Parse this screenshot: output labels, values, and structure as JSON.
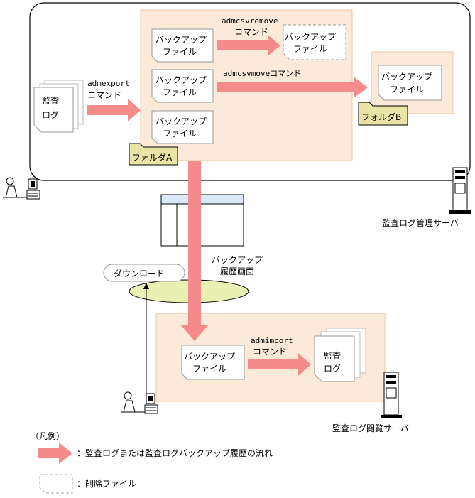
{
  "server_manage": {
    "audit_log_line1": "監査",
    "audit_log_line2": "ログ",
    "admexport_line1": "admexport",
    "admexport_line2": "コマンド",
    "admcsvremove_line1": "admcsvremove",
    "admcsvremove_line2": "コマンド",
    "admcsvmove_label": "admcsvmoveコマンド",
    "backup_file_line1": "バックアップ",
    "backup_file_line2": "ファイル",
    "folder_a": "フォルダA",
    "folder_b": "フォルダB",
    "server_label": "監査ログ管理サーバ"
  },
  "middle": {
    "download_label": "ダウンロード",
    "backup_history_line1": "バックアップ",
    "backup_history_line2": "履歴画面"
  },
  "server_view": {
    "backup_file_line1": "バックアップ",
    "backup_file_line2": "ファイル",
    "admimport_line1": "admimport",
    "admimport_line2": "コマンド",
    "audit_log_line1": "監査",
    "audit_log_line2": "ログ",
    "server_label": "監査ログ閲覧サーバ"
  },
  "legend": {
    "title": "（凡例）",
    "flow_desc": "：監査ログまたは監査ログバックアップ履歴の流れ",
    "deleted_desc": "：削除ファイル"
  },
  "colors": {
    "arrow": "#f58b8b",
    "area": "#fbe9d9",
    "area_border": "#efc8a6",
    "folder": "#e9e4a6",
    "ellipse": "#eaf0b4",
    "screen_bar": "#dbe8f5"
  }
}
